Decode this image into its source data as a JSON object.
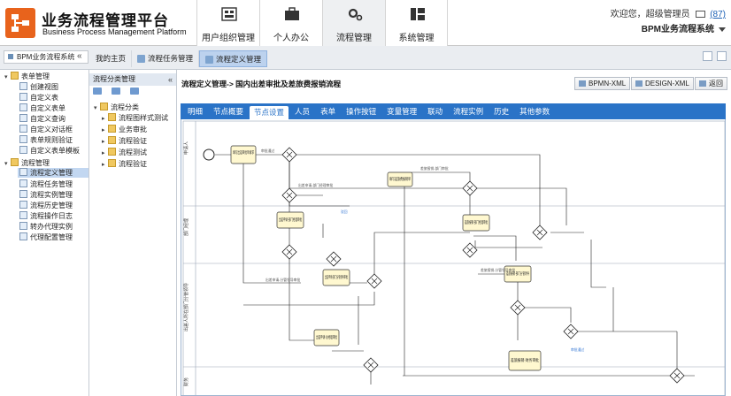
{
  "header": {
    "title_cn": "业务流程管理平台",
    "title_en": "Business Process Management Platform",
    "nav": [
      {
        "label": "用户组织管理",
        "icon": "org-chart-icon"
      },
      {
        "label": "个人办公",
        "icon": "briefcase-icon"
      },
      {
        "label": "流程管理",
        "icon": "gear-icon"
      },
      {
        "label": "系统管理",
        "icon": "layout-icon"
      }
    ],
    "welcome_text": "欢迎您，超级管理员",
    "message_count": "(87)",
    "system_name": "BPM业务流程系统"
  },
  "subbar": {
    "system_title": "BPM业务流程系统",
    "tabs": [
      {
        "label": "我的主页"
      },
      {
        "label": "流程任务管理"
      },
      {
        "label": "流程定义管理"
      }
    ]
  },
  "sidebar": {
    "groups": [
      {
        "label": "表单管理",
        "items": [
          "创建视图",
          "自定义表",
          "自定义表单",
          "自定义查询",
          "自定义对话框",
          "表单规则验证",
          "自定义表单模板"
        ]
      },
      {
        "label": "流程管理",
        "items": [
          "流程定义管理",
          "流程任务管理",
          "流程实例管理",
          "流程历史管理",
          "流程操作日志",
          "转办代理实例",
          "代理配置管理"
        ]
      }
    ]
  },
  "category_panel": {
    "title": "流程分类管理",
    "root": "流程分类",
    "items": [
      "流程图样式测试",
      "业务审批",
      "流程验证",
      "流程测试",
      "流程验证"
    ]
  },
  "main": {
    "breadcrumb": "流程定义管理-> 国内出差审批及差旅费报销流程",
    "buttons": [
      "BPMN-XML",
      "DESIGN-XML",
      "返回"
    ],
    "tabs": [
      "明细",
      "节点概要",
      "节点设置",
      "人员",
      "表单",
      "操作按钮",
      "变量管理",
      "联动",
      "流程实例",
      "历史",
      "其他参数"
    ],
    "active_tab": "节点设置"
  },
  "diagram": {
    "lane_labels": [
      "申请人",
      "部门经理",
      "出差人所在部门分管领导",
      "财务"
    ],
    "tasks": [
      "填写出差审批单请求",
      "填写差旅费报销单",
      "出差申请-部门经理审批",
      "出差申请-部门分管领导审批",
      "出差申请-总经理审批",
      "差旅报销-部门经理审批",
      "差旅报销-部门分管领导",
      "差旅报销-财务审批"
    ],
    "flow_labels": [
      "审批通过",
      "驳回",
      "出差申请-部门经理审批",
      "差旅报销-部门审批",
      "出差申请-分管领导审批",
      "差旅报销-分管领导审批"
    ]
  }
}
